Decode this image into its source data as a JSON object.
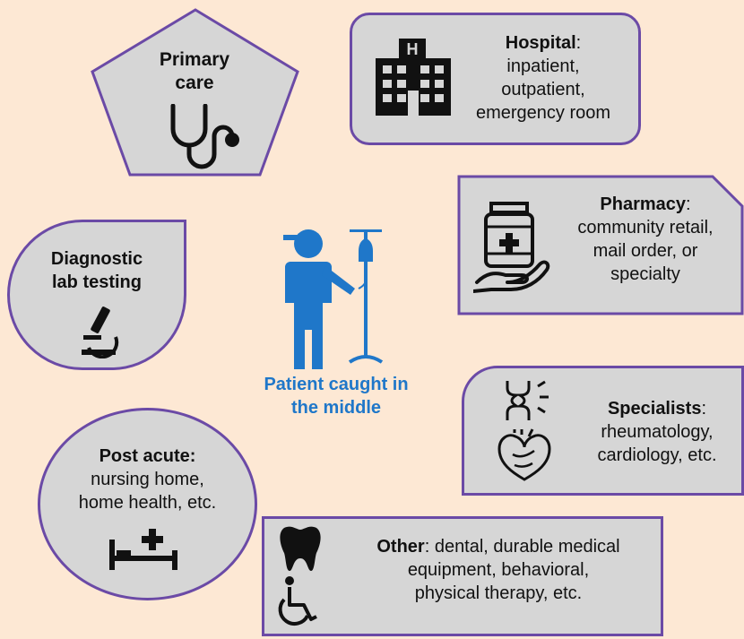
{
  "primary_care": {
    "title": "Primary care"
  },
  "hospital": {
    "title": "Hospital",
    "title_suffix": ":",
    "lines": [
      "inpatient,",
      "outpatient,",
      "emergency room"
    ]
  },
  "pharmacy": {
    "title": "Pharmacy",
    "title_suffix": ":",
    "lines": [
      "community retail,",
      "mail order, or",
      "specialty"
    ]
  },
  "diagnostic": {
    "lines": [
      "Diagnostic",
      "lab testing"
    ]
  },
  "patient": {
    "lines": [
      "Patient caught in",
      "the middle"
    ]
  },
  "specialists": {
    "title": "Specialists",
    "title_suffix": ":",
    "lines": [
      "rheumatology,",
      "cardiology, etc."
    ]
  },
  "post_acute": {
    "title": "Post acute:",
    "lines": [
      "nursing home,",
      "home health, etc."
    ]
  },
  "other": {
    "title": "Other",
    "rest": ": dental, durable medical",
    "lines": [
      "equipment, behavioral,",
      "physical therapy, etc."
    ]
  },
  "colors": {
    "background": "#fde8d4",
    "card_fill": "#d6d6d6",
    "card_border": "#6b4aa6",
    "patient_blue": "#1f77c9"
  },
  "icons": {
    "primary_care": "stethoscope-icon",
    "hospital": "hospital-building-icon",
    "pharmacy": "medicine-bottle-hand-icon",
    "diagnostic": "microscope-icon",
    "patient": "patient-iv-drip-icon",
    "specialists": [
      "joint-icon",
      "heart-icon"
    ],
    "post_acute": "hospital-bed-icon",
    "other": [
      "tooth-icon",
      "wheelchair-icon"
    ]
  }
}
